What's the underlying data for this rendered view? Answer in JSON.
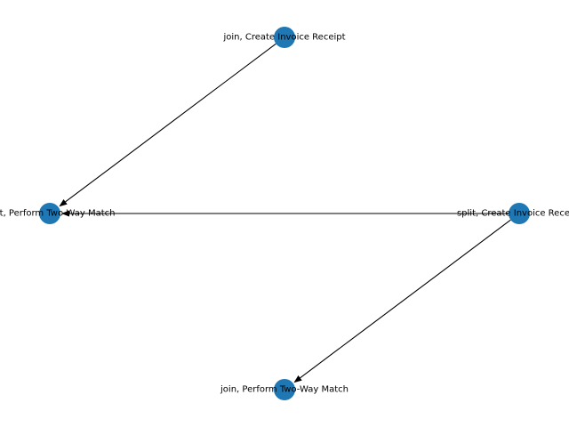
{
  "graph": {
    "node_color": "#1f77b4",
    "edge_color": "#000000",
    "nodes": [
      {
        "id": "n_top",
        "label": "join, Create Invoice Receipt"
      },
      {
        "id": "n_left",
        "label": "split, Perform Two-Way Match"
      },
      {
        "id": "n_right",
        "label": "split, Create Invoice Receipt"
      },
      {
        "id": "n_bottom",
        "label": "join, Perform Two-Way Match"
      }
    ],
    "edges": [
      {
        "from": "n_top",
        "to": "n_left"
      },
      {
        "from": "n_right",
        "to": "n_left"
      },
      {
        "from": "n_right",
        "to": "n_bottom"
      }
    ]
  }
}
